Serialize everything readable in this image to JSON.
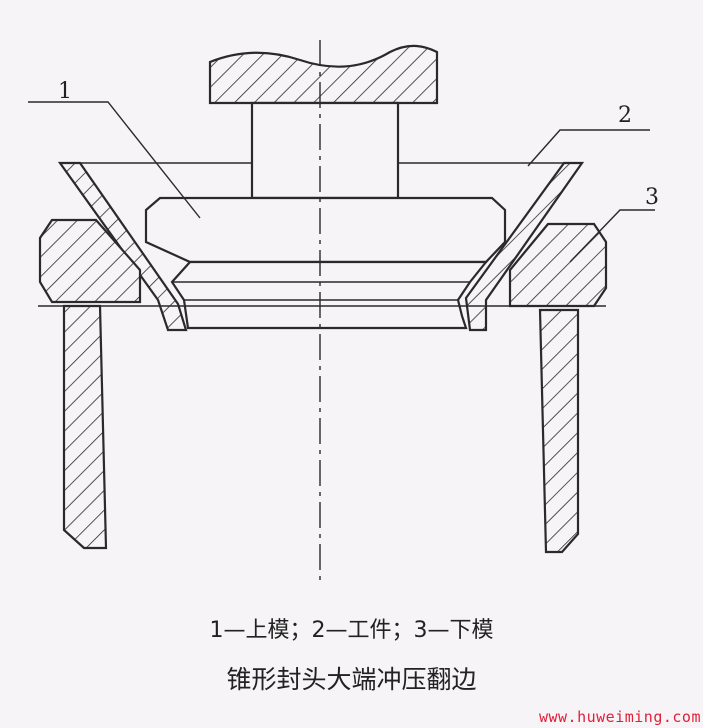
{
  "callouts": {
    "upper_die": "1",
    "workpiece": "2",
    "lower_die": "3"
  },
  "legend": "1—上模；2—工件；3—下模",
  "caption": "锥形封头大端冲压翻边",
  "watermark": "www.huweiming.com",
  "colors": {
    "line": "#2a2a2a",
    "background": "#f6f4f6",
    "watermark": "#e0203a"
  }
}
